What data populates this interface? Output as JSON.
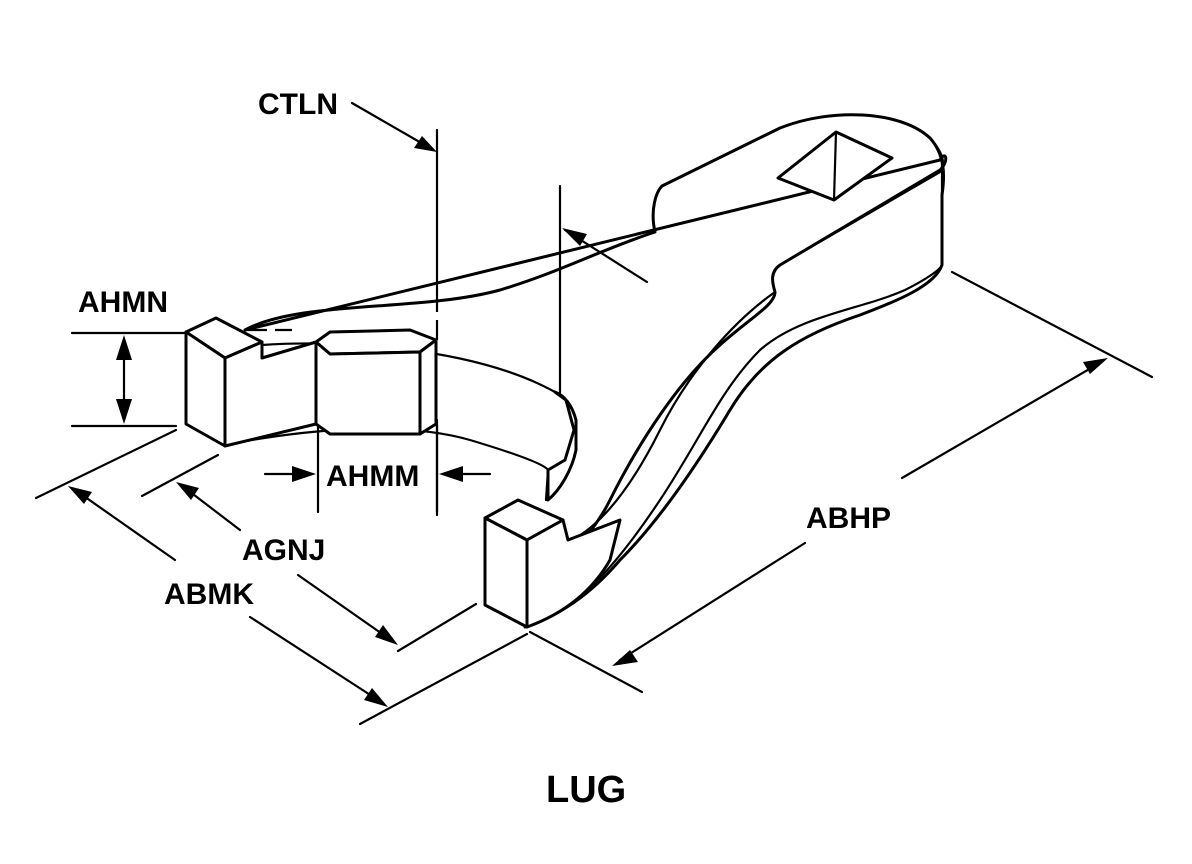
{
  "diagram": {
    "title": "LUG",
    "dimensions": {
      "ctln": "CTLN",
      "ahmn": "AHMN",
      "ahmm": "AHMM",
      "agnj": "AGNJ",
      "abmk": "ABMK",
      "abhp": "ABHP"
    }
  }
}
